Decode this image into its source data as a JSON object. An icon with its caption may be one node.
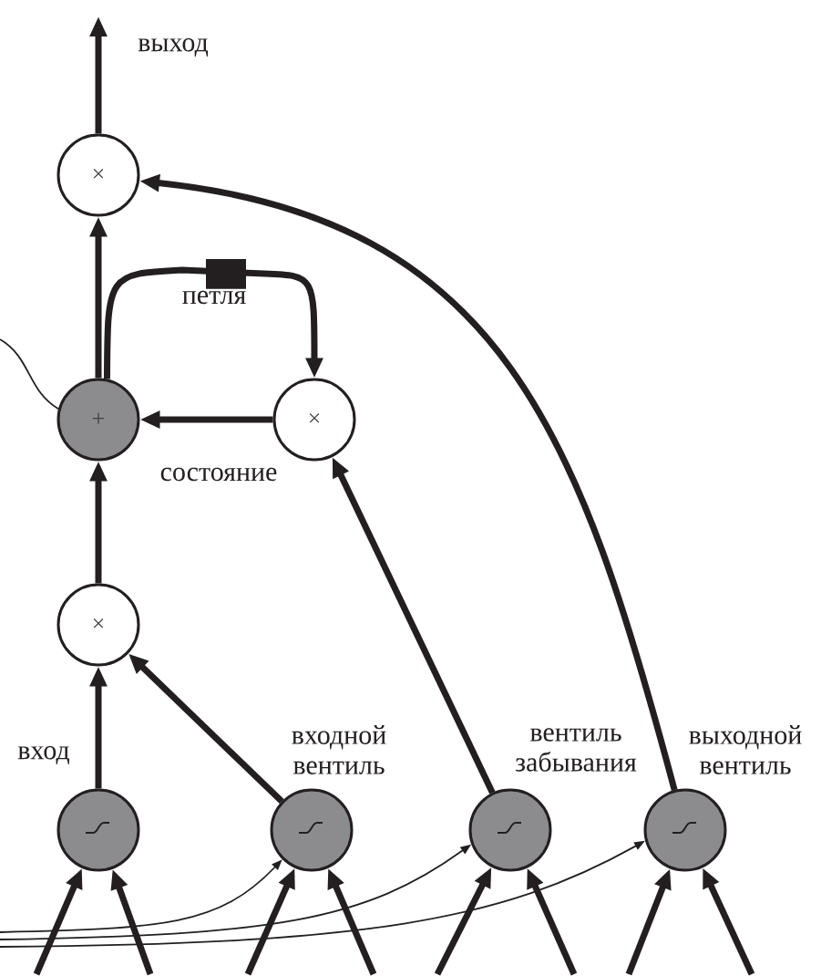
{
  "diagram": {
    "nodes": [
      {
        "text": [
          "×"
        ]
      },
      {
        "text": [
          "+"
        ]
      },
      {
        "text": [
          "×"
        ]
      },
      {
        "text": [
          "×"
        ]
      },
      {
        "text": [],
        "shape": "circle"
      },
      {
        "text": [],
        "shape": "circle",
        "beside": [
          "входной вентиль"
        ]
      },
      {
        "text": [],
        "shape": "circle",
        "beside": [
          "вентиль забывания"
        ]
      },
      {
        "text": [],
        "shape": "circle",
        "beside": [
          "выходной вентиль"
        ]
      }
    ],
    "edges": [
      {
        "from": 0,
        "to": null,
        "arrow": "to",
        "label": "выход"
      },
      {
        "from": 1,
        "to": 0,
        "arrow": "to"
      },
      {
        "from": 1,
        "to": 2,
        "arrow": "to",
        "label": "петля"
      },
      {
        "from": 2,
        "to": 1,
        "arrow": "to"
      },
      {
        "from": 3,
        "to": 1,
        "arrow": "to"
      },
      {
        "from": 4,
        "to": 3,
        "arrow": "to",
        "label": "вход"
      },
      {
        "from": 5,
        "to": 3,
        "arrow": "to"
      },
      {
        "from": 6,
        "to": 2,
        "arrow": "to"
      },
      {
        "from": 7,
        "to": 0,
        "arrow": "to"
      },
      {
        "from": null,
        "to": 1,
        "arrow": "none"
      },
      {
        "from": null,
        "to": 5,
        "arrow": "to"
      },
      {
        "from": null,
        "to": 6,
        "arrow": "to"
      },
      {
        "from": null,
        "to": 7,
        "arrow": "to"
      },
      {
        "from": null,
        "to": 4,
        "arrow": "to"
      },
      {
        "from": null,
        "to": 4,
        "arrow": "to"
      },
      {
        "from": null,
        "to": 5,
        "arrow": "to"
      },
      {
        "from": null,
        "to": 5,
        "arrow": "to"
      },
      {
        "from": null,
        "to": 6,
        "arrow": "to"
      },
      {
        "from": null,
        "to": 6,
        "arrow": "to"
      },
      {
        "from": null,
        "to": 7,
        "arrow": "to"
      },
      {
        "from": null,
        "to": 7,
        "arrow": "to"
      }
    ],
    "labels": [
      "состояние"
    ]
  }
}
